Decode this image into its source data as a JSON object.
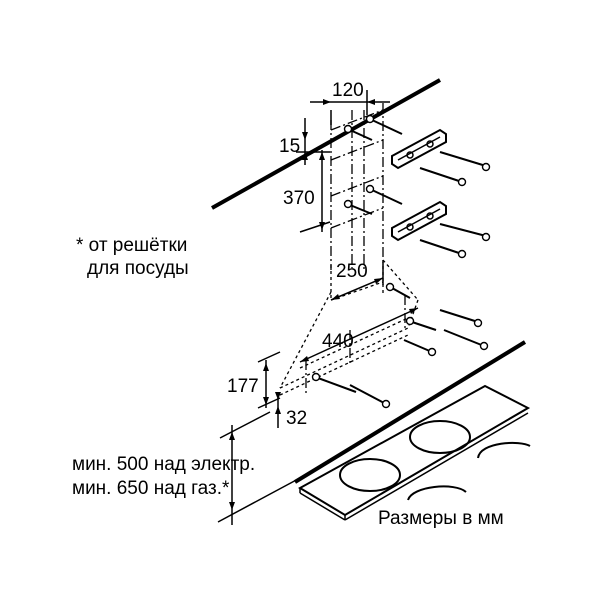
{
  "dimensions": {
    "top_width": "120",
    "top_offset": "15",
    "bracket_spacing": "370",
    "chimney_width": "250",
    "canopy_width": "440",
    "canopy_height": "177",
    "bottom_offset": "32"
  },
  "notes": {
    "grid_note_line1": "* от решётки",
    "grid_note_line2": "для посуды",
    "min_electric": "мин. 500 над электр.",
    "min_gas": "мин. 650 над газ.*",
    "units": "Размеры в мм"
  }
}
